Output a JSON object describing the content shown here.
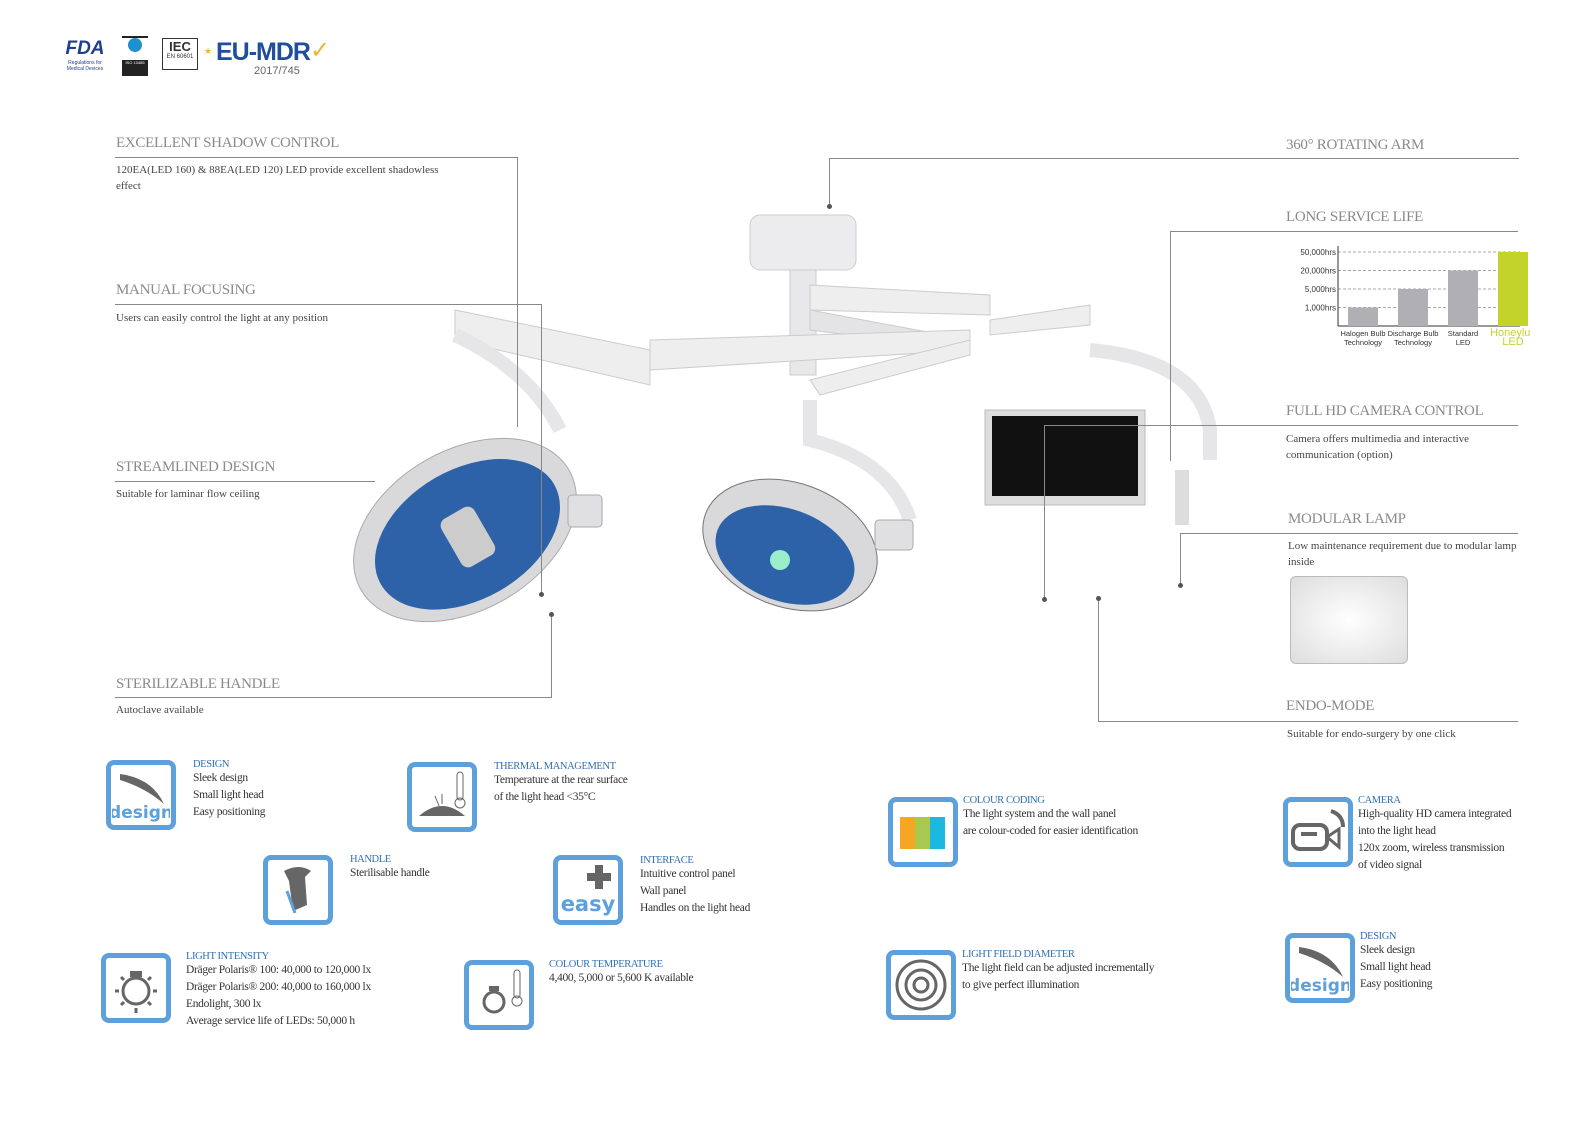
{
  "certifications": {
    "fda": "FDA",
    "fda_sub": "Regulations for Medical Devices",
    "iso": "ISO 13485",
    "iec": "IEC",
    "iec_sub": "EN 60601",
    "eu": "EU-MDR",
    "eu_sub": "2017/745"
  },
  "callouts": {
    "shadow": {
      "title": "EXCELLENT SHADOW CONTROL",
      "desc": "120EA(LED 160) & 88EA(LED 120) LED provide excellent shadowless effect"
    },
    "focusing": {
      "title": "MANUAL FOCUSING",
      "desc": "Users can easily control the light at any position"
    },
    "streamlined": {
      "title": "STREAMLINED DESIGN",
      "desc": "Suitable for laminar flow ceiling"
    },
    "handle": {
      "title": "STERILIZABLE HANDLE",
      "desc": "Autoclave available"
    },
    "arm": {
      "title": "360° ROTATING ARM"
    },
    "service": {
      "title": "LONG SERVICE LIFE"
    },
    "camera": {
      "title": "FULL HD CAMERA CONTROL",
      "desc": "Camera offers multimedia and interactive communication (option)"
    },
    "modular": {
      "title": "MODULAR LAMP",
      "desc": "Low maintenance requirement due to modular lamp inside"
    },
    "endo": {
      "title": "ENDO-MODE",
      "desc": "Suitable for endo-surgery by one click"
    }
  },
  "chart_data": {
    "type": "bar",
    "title": "LONG SERVICE LIFE",
    "categories": [
      "Halogen Bulb Technology",
      "Discharge Bulb Technology",
      "Standard LED",
      "Honeylux LED"
    ],
    "values": [
      1000,
      5000,
      20000,
      50000
    ],
    "yticks": [
      "1,000hrs",
      "5,000hrs",
      "20,000hrs",
      "50,000hrs"
    ],
    "colors": [
      "#b0b0b4",
      "#b0b0b4",
      "#b0b0b4",
      "#c4d32c"
    ],
    "grid": true
  },
  "features": [
    {
      "title": "DESIGN",
      "lines": [
        "Sleek design",
        "Small light head",
        "Easy positioning"
      ],
      "icon": "design-icon",
      "icon_text": "design"
    },
    {
      "title": "THERMAL MANAGEMENT",
      "lines": [
        "Temperature at the rear surface",
        "of the light head <35°C"
      ],
      "icon": "thermometer-icon"
    },
    {
      "title": "HANDLE",
      "lines": [
        "Sterilisable handle"
      ],
      "icon": "hand-handle-icon"
    },
    {
      "title": "INTERFACE",
      "lines": [
        "Intuitive control panel",
        "Wall panel",
        "Handles on the light head"
      ],
      "icon": "easy-plus-icon",
      "icon_text": "easy"
    },
    {
      "title": "LIGHT INTENSITY",
      "lines": [
        "Dräger Polaris® 100: 40,000 to 120,000 lx",
        "Dräger Polaris® 200: 40,000 to 160,000 lx",
        "Endolight, 300 lx",
        "Average service life of LEDs: 50,000 h"
      ],
      "icon": "sun-icon"
    },
    {
      "title": "COLOUR TEMPERATURE",
      "lines": [
        "4,400, 5,000 or 5,600 K available"
      ],
      "icon": "sun-thermometer-icon"
    },
    {
      "title": "COLOUR CODING",
      "lines": [
        "The light system and the wall panel",
        "are colour-coded for easier identification"
      ],
      "icon": "colour-bars-icon"
    },
    {
      "title": "CAMERA",
      "lines": [
        "High-quality HD camera integrated",
        "into the light head",
        "120x zoom, wireless transmission",
        "of video signal"
      ],
      "icon": "camera-icon"
    },
    {
      "title": "LIGHT FIELD DIAMETER",
      "lines": [
        "The light field can be adjusted incrementally",
        "to give perfect illumination"
      ],
      "icon": "concentric-circles-icon"
    },
    {
      "title": "DESIGN",
      "lines": [
        "Sleek design",
        "Small light head",
        "Easy positioning"
      ],
      "icon": "design-icon",
      "icon_text": "design"
    }
  ],
  "colors": {
    "accent": "#5ea0dc",
    "title_blue": "#2f6fb0",
    "honeylux": "#c4d32c"
  }
}
